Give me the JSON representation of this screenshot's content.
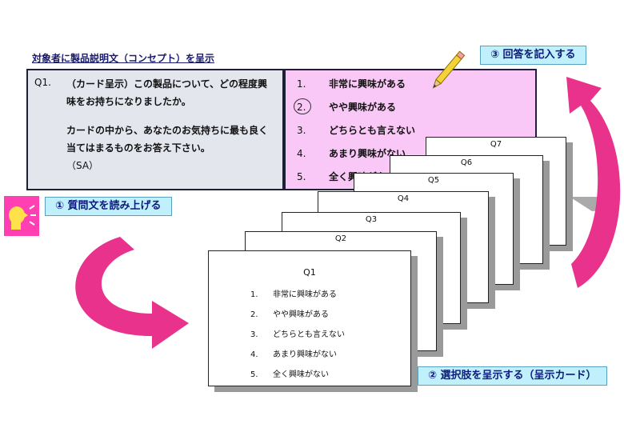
{
  "heading": "対象者に製品説明文（コンセプト）を呈示",
  "question": {
    "number": "Q1.",
    "lines": [
      "（カード呈示）この製品について、どの程度興",
      "味をお持ちになりましたか。",
      "カードの中から、あなたのお気持ちに最も良く",
      "当てはまるものをお答え下さい。"
    ],
    "type_note": "（SA）"
  },
  "answers": [
    {
      "num": "1.",
      "text": "非常に興味がある"
    },
    {
      "num": "2.",
      "text": "やや興味がある"
    },
    {
      "num": "3.",
      "text": "どちらとも言えない"
    },
    {
      "num": "4.",
      "text": "あまり興味がない"
    },
    {
      "num": "5.",
      "text": "全く興味がない"
    }
  ],
  "steps": {
    "step1": "① 質問文を読み上げる",
    "step2": "② 選択肢を呈示する（呈示カード）",
    "step3": "③ 回答を記入する"
  },
  "cards": {
    "back_titles": [
      "Q7",
      "Q6",
      "Q5",
      "Q4",
      "Q3",
      "Q2"
    ],
    "front": {
      "title": "Q1",
      "options": [
        {
          "num": "1.",
          "text": "非常に興味がある"
        },
        {
          "num": "2.",
          "text": "やや興味がある"
        },
        {
          "num": "3.",
          "text": "どちらとも言えない"
        },
        {
          "num": "4.",
          "text": "あまり興味がない"
        },
        {
          "num": "5.",
          "text": "全く興味がない"
        }
      ]
    }
  },
  "colors": {
    "arrow_pink": "#e8328c",
    "answer_bg": "#f9c8f6",
    "question_bg": "#e4e6ee",
    "label_bg": "#bff0fb",
    "label_text": "#0d1a7a"
  },
  "icons": {
    "speaker": "speaking-person-icon",
    "pencil": "pencil-icon"
  }
}
